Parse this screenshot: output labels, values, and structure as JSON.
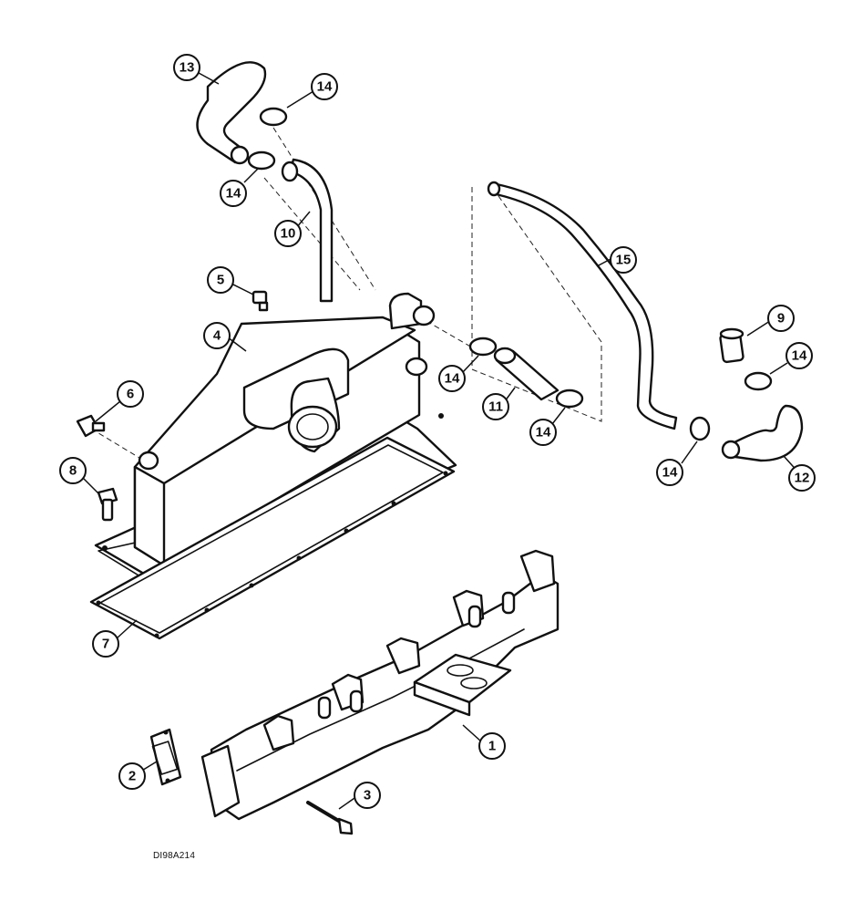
{
  "diagram": {
    "figure_code": "DI98A214",
    "callouts": [
      {
        "part": "exhaust-manifold",
        "label": "1"
      },
      {
        "part": "manifold-gasket",
        "label": "2"
      },
      {
        "part": "manifold-bolt",
        "label": "3"
      },
      {
        "part": "aftercooler-housing",
        "label": "4"
      },
      {
        "part": "plug",
        "label": "5"
      },
      {
        "part": "fitting",
        "label": "6"
      },
      {
        "part": "housing-gasket",
        "label": "7"
      },
      {
        "part": "housing-bolt",
        "label": "8"
      },
      {
        "part": "nipple",
        "label": "9"
      },
      {
        "part": "hose-10",
        "label": "10"
      },
      {
        "part": "hose-11",
        "label": "11"
      },
      {
        "part": "hose-12",
        "label": "12"
      },
      {
        "part": "hose-13",
        "label": "13"
      },
      {
        "part": "hose-clamp",
        "label": "14"
      },
      {
        "part": "tube",
        "label": "15"
      }
    ]
  }
}
